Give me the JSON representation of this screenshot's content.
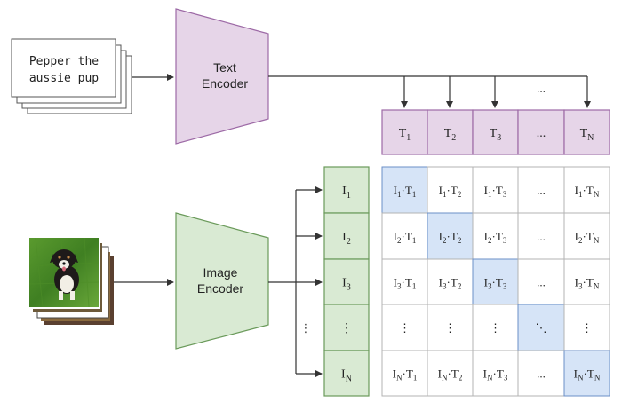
{
  "text_input": {
    "line1": "Pepper the",
    "line2": "aussie pup"
  },
  "text_encoder": {
    "line1": "Text",
    "line2": "Encoder"
  },
  "image_encoder": {
    "line1": "Image",
    "line2": "Encoder"
  },
  "top_dots": "...",
  "text_features": [
    {
      "base": "T",
      "sub": "1"
    },
    {
      "base": "T",
      "sub": "2"
    },
    {
      "base": "T",
      "sub": "3"
    },
    {
      "base": "...",
      "sub": ""
    },
    {
      "base": "T",
      "sub": "N"
    }
  ],
  "image_features": [
    {
      "base": "I",
      "sub": "1"
    },
    {
      "base": "I",
      "sub": "2"
    },
    {
      "base": "I",
      "sub": "3"
    },
    {
      "base": "⋮",
      "sub": ""
    },
    {
      "base": "I",
      "sub": "N"
    }
  ],
  "left_dots": "⋮",
  "matrix": [
    [
      {
        "a": "I",
        "as": "1",
        "b": "T",
        "bs": "1"
      },
      {
        "a": "I",
        "as": "1",
        "b": "T",
        "bs": "2"
      },
      {
        "a": "I",
        "as": "1",
        "b": "T",
        "bs": "3"
      },
      {
        "text": "..."
      },
      {
        "a": "I",
        "as": "1",
        "b": "T",
        "bs": "N"
      }
    ],
    [
      {
        "a": "I",
        "as": "2",
        "b": "T",
        "bs": "1"
      },
      {
        "a": "I",
        "as": "2",
        "b": "T",
        "bs": "2"
      },
      {
        "a": "I",
        "as": "2",
        "b": "T",
        "bs": "3"
      },
      {
        "text": "..."
      },
      {
        "a": "I",
        "as": "2",
        "b": "T",
        "bs": "N"
      }
    ],
    [
      {
        "a": "I",
        "as": "3",
        "b": "T",
        "bs": "1"
      },
      {
        "a": "I",
        "as": "3",
        "b": "T",
        "bs": "2"
      },
      {
        "a": "I",
        "as": "3",
        "b": "T",
        "bs": "3"
      },
      {
        "text": "..."
      },
      {
        "a": "I",
        "as": "3",
        "b": "T",
        "bs": "N"
      }
    ],
    [
      {
        "text": "⋮"
      },
      {
        "text": "⋮"
      },
      {
        "text": "⋮"
      },
      {
        "text": "⋱"
      },
      {
        "text": "⋮"
      }
    ],
    [
      {
        "a": "I",
        "as": "N",
        "b": "T",
        "bs": "1"
      },
      {
        "a": "I",
        "as": "N",
        "b": "T",
        "bs": "2"
      },
      {
        "a": "I",
        "as": "N",
        "b": "T",
        "bs": "3"
      },
      {
        "text": "..."
      },
      {
        "a": "I",
        "as": "N",
        "b": "T",
        "bs": "N"
      }
    ]
  ],
  "colors": {
    "text_fill": "#e6d5e8",
    "text_stroke": "#9d6aa6",
    "image_fill": "#d9ead3",
    "image_stroke": "#6a9a5a",
    "diag_fill": "#d6e4f7",
    "diag_stroke": "#6b8fc7",
    "grid": "#b3b3b3",
    "arrow": "#333333"
  }
}
